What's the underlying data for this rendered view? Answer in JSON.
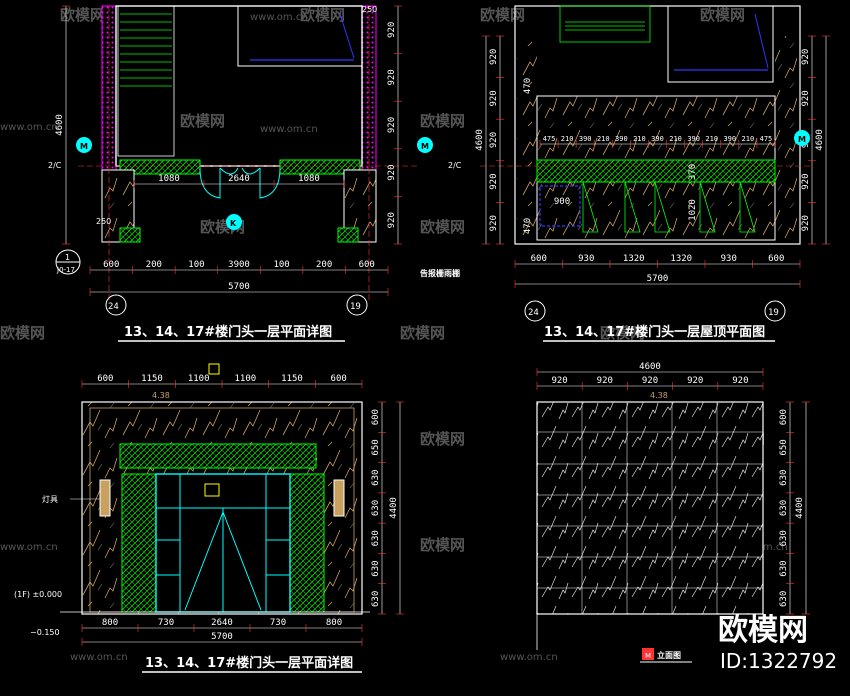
{
  "watermark": {
    "brand": "欧模网",
    "url": "www.om.cn"
  },
  "brand": {
    "logo_text": "欧模网",
    "id_text": "ID:1322792"
  },
  "plan1": {
    "title": "13、14、17#楼门头一层平面详图",
    "top_dims": [
      "1080",
      "2640",
      "1080"
    ],
    "bottom_dims": [
      "600",
      "200",
      "100",
      "3900",
      "100",
      "200",
      "600"
    ],
    "total": "5700",
    "left_height": "4600",
    "right_dims": [
      "920",
      "920",
      "920",
      "920",
      "920"
    ],
    "axis_left_bottom": "24",
    "axis_right_bottom": "19",
    "axis_m": "M",
    "axis_k": "K",
    "axis_2c": "2/C",
    "detail_num": "1",
    "detail_ref": "J0-17",
    "label_250": "250",
    "label_250b": "250"
  },
  "plan2": {
    "title": "13、14、17#楼门头一层屋顶平面图",
    "top_dims": [
      "475",
      "210",
      "390",
      "210",
      "390",
      "210",
      "390",
      "210",
      "390",
      "210",
      "390",
      "210",
      "475"
    ],
    "bottom_dims": [
      "600",
      "930",
      "1320",
      "1320",
      "930",
      "600"
    ],
    "total": "5700",
    "left_dims": [
      "920",
      "920",
      "920",
      "920",
      "920"
    ],
    "left_height": "4600",
    "left_470": "470",
    "left_470b": "470",
    "right_dims": [
      "920",
      "920",
      "920",
      "920",
      "920"
    ],
    "right_height": "4600",
    "mid_900": "900",
    "mid_370": "370",
    "mid_1020": "1020",
    "note": "告报栅雨棚",
    "axis_left_bottom": "24",
    "axis_right_bottom": "19",
    "axis_m": "M",
    "axis_2c": "2/C"
  },
  "elev1": {
    "title": "13、14、17#楼门头一层平面详图",
    "top_dims": [
      "600",
      "1150",
      "1100",
      "1100",
      "1150",
      "600"
    ],
    "bottom_dims": [
      "800",
      "730",
      "2640",
      "730",
      "800"
    ],
    "total": "5700",
    "right_dims": [
      "600",
      "650",
      "630",
      "630",
      "630",
      "630",
      "630"
    ],
    "right_height": "4400",
    "lamp_label": "灯具",
    "level_1f": "(1F) ±0.000",
    "level_neg": "−0.150",
    "marker": "4.38"
  },
  "elev2": {
    "title": "立面图",
    "title_mark": "M",
    "top_total": "4600",
    "top_dims": [
      "920",
      "920",
      "920",
      "920",
      "920"
    ],
    "right_dims": [
      "600",
      "650",
      "630",
      "630",
      "630",
      "630",
      "630"
    ],
    "right_height": "4400",
    "marker": "4.38"
  },
  "colors": {
    "background": "#000000",
    "wall": "#ff00ff",
    "green": "#00ff00",
    "cyan": "#00ffff",
    "blue": "#3333ff",
    "red": "#ff3333",
    "yellow": "#ffff00",
    "white": "#ffffff",
    "stone": "#c8a060"
  }
}
